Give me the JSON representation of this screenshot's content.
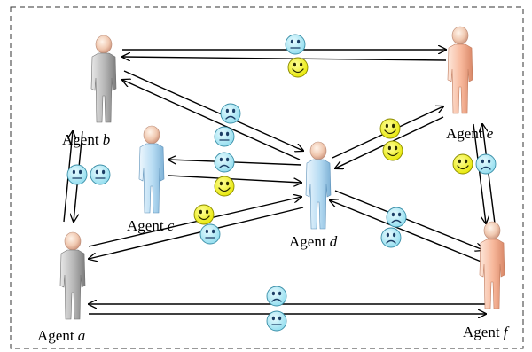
{
  "agents": {
    "a": {
      "prefix": "Agent ",
      "letter": "a",
      "color": "gray"
    },
    "b": {
      "prefix": "Agent ",
      "letter": "b",
      "color": "gray"
    },
    "c": {
      "prefix": "Agent ",
      "letter": "c",
      "color": "blue"
    },
    "d": {
      "prefix": "Agent ",
      "letter": "d",
      "color": "blue"
    },
    "e": {
      "prefix": "Agent ",
      "letter": "e",
      "color": "orange"
    },
    "f": {
      "prefix": "Agent ",
      "letter": "f",
      "color": "orange"
    }
  },
  "faces": {
    "b_e": [
      "neutral-icon",
      "happy-icon"
    ],
    "b_d": [
      "sad-icon",
      "neutral-icon"
    ],
    "b_a": [
      "neutral-icon",
      "neutral-icon"
    ],
    "c_d": [
      "sad-icon",
      "happy-icon"
    ],
    "a_d": [
      "happy-icon",
      "neutral-icon"
    ],
    "d_e": [
      "happy-icon",
      "happy-icon"
    ],
    "d_f": [
      "sad-icon",
      "sad-icon"
    ],
    "e_f": [
      "happy-icon",
      "sad-icon"
    ],
    "a_f": [
      "sad-icon",
      "neutral-icon"
    ]
  },
  "colors": {
    "happy_face": "#f2f200",
    "blue_face": "#9fe6f3",
    "gray_agent": "#b3b3b3",
    "blue_agent": "#b7dcf3",
    "orange_agent": "#f7b79a",
    "border": "#333333"
  }
}
